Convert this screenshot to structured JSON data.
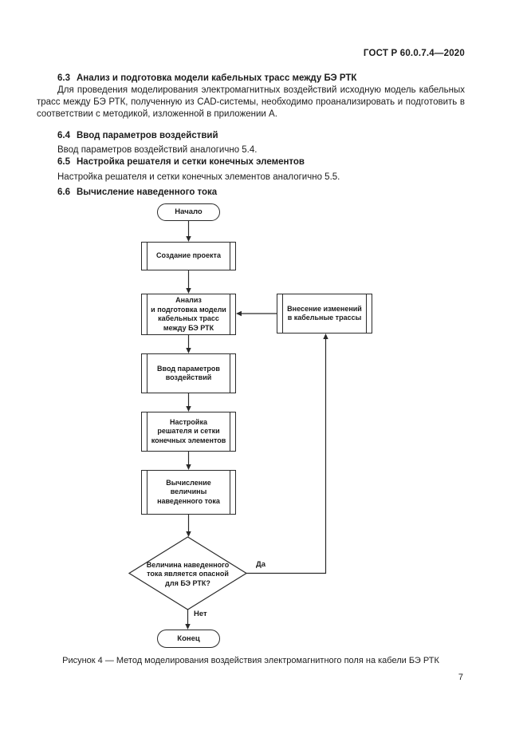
{
  "page": {
    "header": "ГОСТ Р 60.0.7.4—2020",
    "page_number": "7"
  },
  "sections": [
    {
      "number": "6.3",
      "title": "Анализ и подготовка модели кабельных трасс между БЭ РТК",
      "paragraph": "Для проведения моделирования электромагнитных воздействий исходную модель кабельных трасс между БЭ РТК, полученную из CAD-системы, необходимо проанализировать и подготовить в соответствии с методикой, изложенной в приложении А."
    },
    {
      "number": "6.4",
      "title": "Ввод параметров воздействий",
      "paragraph": "Ввод параметров воздействий аналогично 5.4."
    },
    {
      "number": "6.5",
      "title": "Настройка решателя и сетки конечных элементов",
      "paragraph": "Настройка решателя и сетки конечных элементов аналогично 5.5."
    },
    {
      "number": "6.6",
      "title": "Вычисление наведенного тока",
      "paragraph": ""
    }
  ],
  "flowchart": {
    "start": "Начало",
    "steps": {
      "create_project": "Создание проекта",
      "analyze": "Анализ\nи подготовка модели\nкабельных трасс\nмежду БЭ РТК",
      "input_params": "Ввод параметров\nвоздействий",
      "solver_setup": "Настройка\nрешателя и сетки\nконечных элементов",
      "compute": "Вычисление\nвеличины\nнаведенного тока",
      "modify": "Внесение изменений\nв кабельные трассы"
    },
    "decision": "Величина наведенного\nтока является опасной\nдля БЭ РТК?",
    "yes_label": "Да",
    "no_label": "Нет",
    "end": "Конец"
  },
  "caption": "Рисунок 4 — Метод моделирования воздействия электромагнитного поля на кабели БЭ РТК",
  "colors": {
    "ink": "#1c1c1c",
    "line": "#2a2a2a",
    "paper": "#ffffff"
  }
}
